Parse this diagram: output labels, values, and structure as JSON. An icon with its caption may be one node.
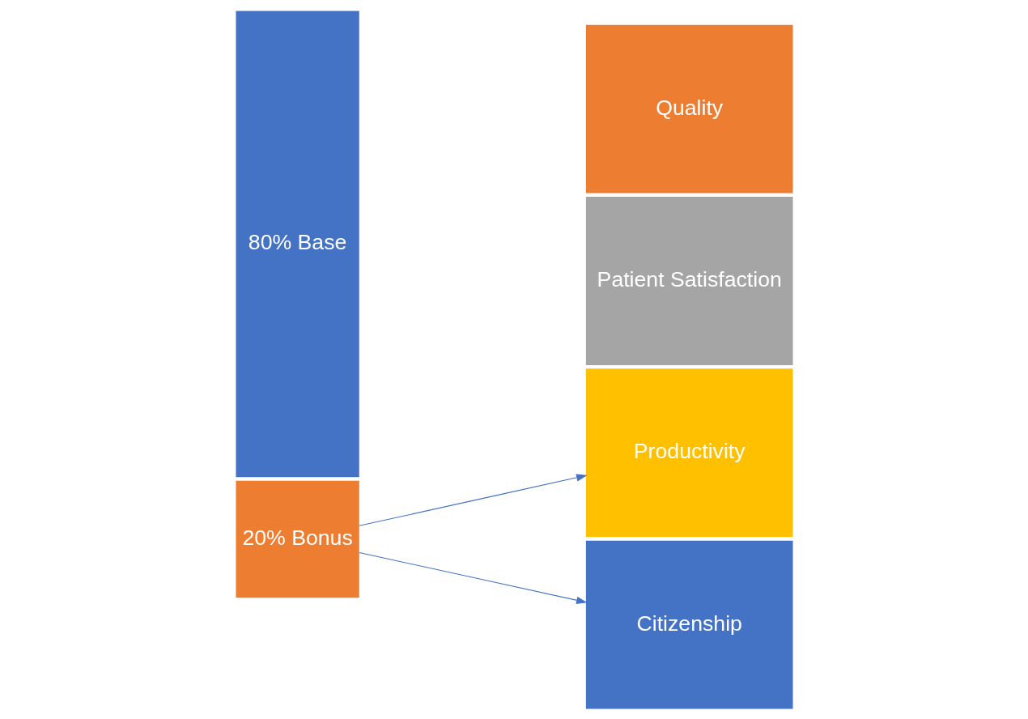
{
  "diagram": {
    "nodes": [
      {
        "text": [
          "20% Bonus"
        ]
      },
      {
        "text": [
          "80% Base"
        ]
      },
      {
        "text": [
          "Productivity"
        ]
      },
      {
        "text": [
          "Patient Satisfaction"
        ]
      },
      {
        "text": [
          "Quality"
        ]
      },
      {
        "text": [
          "Citizenship"
        ]
      }
    ],
    "edges": [
      {
        "from": 0,
        "to": 2,
        "arrow": "to"
      },
      {
        "from": 0,
        "to": 5,
        "arrow": "to"
      }
    ]
  }
}
